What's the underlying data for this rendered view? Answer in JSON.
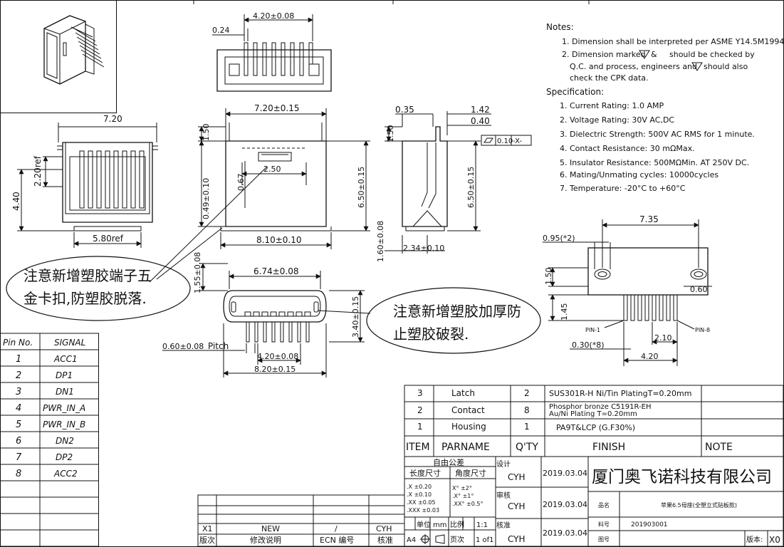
{
  "notes": {
    "heading": "Notes:",
    "lines": [
      "1. Dimension shall be interpreted per ASME Y14.5M1994.",
      "2. Dimension marked",
      "should be checked by",
      "Q.C. and process, engineers and",
      "should also",
      "check the CPK data."
    ],
    "amp": "&"
  },
  "spec": {
    "heading": "Specification:",
    "lines": [
      "1. Current Rating: 1.0 AMP",
      "2. Voltage Rating: 30V AC,DC",
      "3. Dielectric Strength: 500V AC RMS for 1 minute.",
      "4. Contact Resistance: 30 mΩMax.",
      "5. Insulator Resistance: 500MΩMin. AT 250V DC.",
      "6. Mating/Unmating cycles: 10000cycles",
      "7. Temperature: -20°C to +60°C"
    ]
  },
  "dims": {
    "d420a": "4.20±0.08",
    "d024": "0.24",
    "d720": "7.20",
    "d720t": "7.20±0.15",
    "d035": "0.35",
    "d142": "1.42",
    "d040": "0.40",
    "d150a": "1.50",
    "flat1": "0.10",
    "flat2": "-X-",
    "d220ref": "2.20ref",
    "d440": "4.40",
    "d580ref": "5.80ref",
    "d049": "0.49±0.10",
    "d150b": "1.50",
    "d067": "0.67",
    "d250": "2.50",
    "d650a": "6.50±0.15",
    "d650b": "6.50±0.15",
    "d810": "8.10±0.10",
    "d160": "1.60±0.08",
    "d234": "2.34±0.10",
    "d155": "1.55±0.08",
    "d674": "6.74±0.08",
    "d340": "3.40±0.15",
    "d060p": "0.60±0.08",
    "pitch": "Pitch",
    "d420b": "4.20±0.08",
    "d820": "8.20±0.15",
    "d735": "7.35",
    "d095": "0.95(*2)",
    "d150c": "1.50",
    "d060": "0.60",
    "d145": "1.45",
    "pin1": "PIN-1",
    "pin8": "PIN-8",
    "d210": "2.10",
    "d030": "0.30(*8)",
    "d420c": "4.20"
  },
  "callouts": {
    "left_line1": "注意新增塑胶端子五",
    "left_line2": "金卡扣,防塑胶脱落.",
    "right_line1": "注意新增塑胶加厚防",
    "right_line2": "止塑胶破裂."
  },
  "pin_table": {
    "headers": [
      "Pin No.",
      "SIGNAL"
    ],
    "rows": [
      [
        "1",
        "ACC1"
      ],
      [
        "2",
        "DP1"
      ],
      [
        "3",
        "DN1"
      ],
      [
        "4",
        "PWR_IN_A"
      ],
      [
        "5",
        "PWR_IN_B"
      ],
      [
        "6",
        "DN2"
      ],
      [
        "7",
        "DP2"
      ],
      [
        "8",
        "ACC2"
      ]
    ]
  },
  "bom": {
    "rows": [
      [
        "3",
        "Latch",
        "2",
        "SUS301R-H  Ni/Tin PlatingT=0.20mm"
      ],
      [
        "2",
        "Contact",
        "8",
        ""
      ],
      [
        "1",
        "Housing",
        "1",
        "PA9T&LCP (G.F30%)"
      ]
    ],
    "contact_finish_1": "Phosphor bronze C5191R-EH",
    "contact_finish_2": "Au/Ni  Plating  T=0.20mm",
    "header": [
      "ITEM",
      "PARNAME",
      "Q'TY",
      "FINISH",
      "NOTE"
    ]
  },
  "title_block": {
    "tol_title": "自由公差",
    "len_tol": "长度尺寸",
    "ang_tol": "角度尺寸",
    "len_vals": [
      ".X    ±0.20",
      ".X    ±0.10",
      ".XX   ±0.05",
      ".XXX  ±0.03"
    ],
    "ang_vals": [
      "X°    ±2°",
      ".X°   ±1°",
      ".XX°  ±0.5°"
    ],
    "unit_label": "单位",
    "unit": "mm",
    "scale_label": "比例",
    "scale": "1:1",
    "size": "A4",
    "page_label": "页次",
    "page": "1 of1",
    "design_label": "设计",
    "review_label": "审核",
    "approve_label": "核准",
    "person": "CYH",
    "date": "2019.03.04",
    "company": "厦门奥飞诺科技有限公司",
    "name_label": "品名",
    "name_value": "苹果6.5母座(全塑立式贴板款)",
    "part_label": "料号",
    "part_value": "201903001",
    "drawing_label": "图号",
    "version_label": "版本:",
    "version_value": "X0"
  },
  "revision": {
    "row": [
      "X1",
      "NEW",
      "/",
      "CYH"
    ],
    "header": [
      "版次",
      "修改说明",
      "ECN 编号",
      "核准"
    ]
  }
}
